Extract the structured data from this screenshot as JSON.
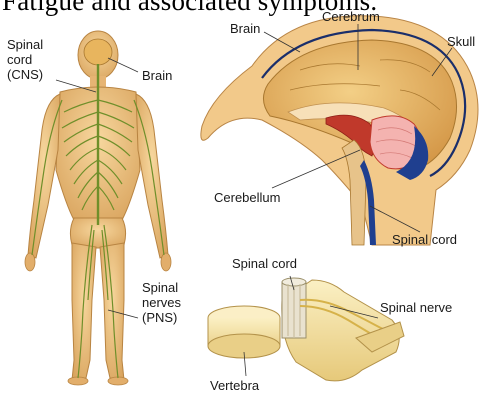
{
  "header": {
    "text": "Fatigue and associated symptoms."
  },
  "labels": {
    "spinal_cord_cns_line1": "Spinal",
    "spinal_cord_cns_line2": "cord",
    "spinal_cord_cns_line3": "(CNS)",
    "brain_body": "Brain",
    "spinal_nerves_line1": "Spinal",
    "spinal_nerves_line2": "nerves",
    "spinal_nerves_line3": "(PNS)",
    "brain_head": "Brain",
    "cerebrum": "Cerebrum",
    "skull": "Skull",
    "cerebellum": "Cerebellum",
    "spinal_cord_head": "Spinal cord",
    "spinal_cord_vertebra": "Spinal cord",
    "spinal_nerve": "Spinal nerve",
    "vertebra": "Vertebra"
  },
  "colors": {
    "skin": "#f2c98a",
    "skin_shade": "#d9a45e",
    "nerve": "#6f8f2a",
    "brain": "#e8b55e",
    "cerebrum_dark": "#c8892f",
    "brainstem_red": "#c0392b",
    "cerebellum_pink": "#f4b3b0",
    "csf_blue": "#1f3f8f",
    "bone": "#f5e3a2"
  }
}
